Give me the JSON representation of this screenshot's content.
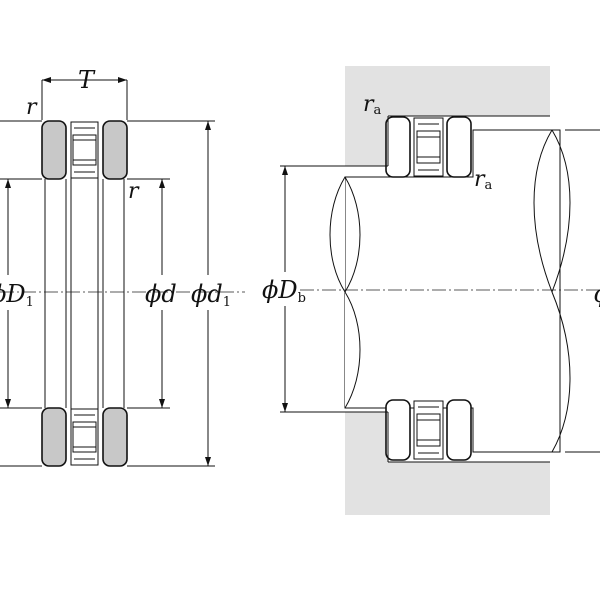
{
  "colors": {
    "ring_fill": "#c8c8c8",
    "housing_fill": "#e2e2e2",
    "stroke": "#111111"
  },
  "labels": {
    "T": "T",
    "r_top_left": "r",
    "r_right": "r",
    "phi_D1_prefix": "ϕ",
    "D1_main": "D",
    "D1_sub": "1",
    "phi_d": "ϕd",
    "phi_d1_prefix": "ϕd",
    "d1_sub": "1",
    "ra_top_main": "r",
    "ra_top_sub": "a",
    "ra_right_main": "r",
    "ra_right_sub": "a",
    "phi_Db_main": "ϕD",
    "phi_Db_sub": "b",
    "cut_glyph": "ϕ"
  }
}
